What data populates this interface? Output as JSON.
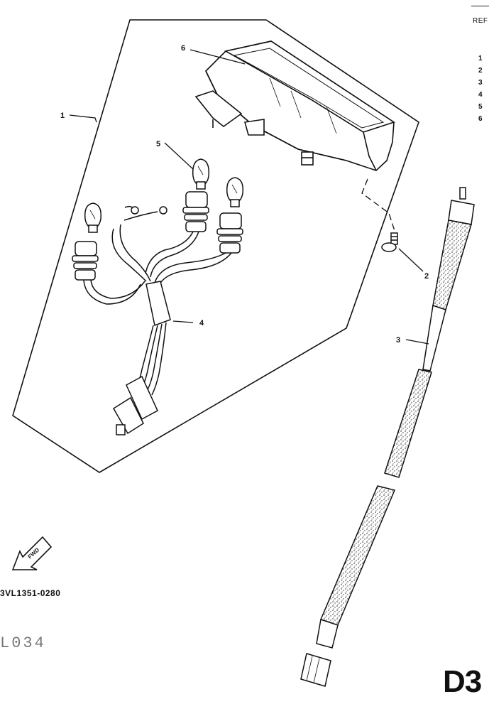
{
  "ref_column": {
    "header": "REF",
    "numbers": [
      "1",
      "2",
      "3",
      "4",
      "5",
      "6"
    ]
  },
  "callouts": {
    "c1": "1",
    "c2": "2",
    "c3": "3",
    "c4": "4",
    "c5": "5",
    "c6": "6"
  },
  "fwd_arrow": {
    "label": "FWD"
  },
  "part_code": "3VL1351-0280",
  "stamp": "L034",
  "page_code": "D3"
}
